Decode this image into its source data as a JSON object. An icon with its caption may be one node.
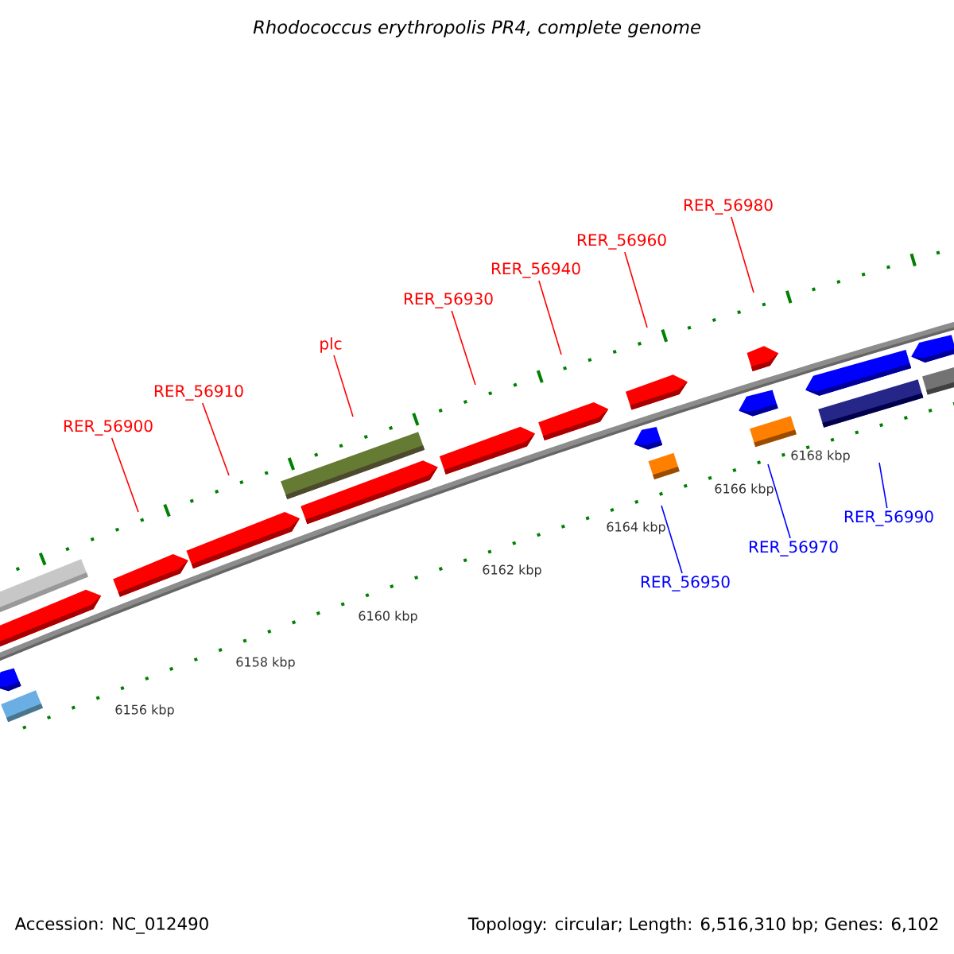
{
  "diagram": {
    "title": "*Rhodococcus erythropolis* *PR4, complete genome*",
    "nodes": [
      {
        "text": [
          "RER_56900"
        ]
      },
      {
        "text": [
          "RER_56910"
        ]
      },
      {
        "text": [
          "plc"
        ]
      },
      {
        "text": [
          "RER_56930"
        ]
      },
      {
        "text": [
          "RER_56940"
        ]
      },
      {
        "text": [
          "RER_56960"
        ]
      },
      {
        "text": [
          "RER_56980"
        ]
      },
      {
        "text": [
          "RER_56950"
        ]
      },
      {
        "text": [
          "RER_56970"
        ]
      },
      {
        "text": [
          "RER_56990"
        ]
      }
    ],
    "edges": [
      {
        "from": 0,
        "to": null,
        "arrow": "none",
        "color": "#ff0000"
      },
      {
        "from": 1,
        "to": null,
        "arrow": "none",
        "color": "#ff0000"
      },
      {
        "from": 2,
        "to": null,
        "arrow": "none",
        "color": "#ff0000"
      },
      {
        "from": 3,
        "to": null,
        "arrow": "none",
        "color": "#ff0000"
      },
      {
        "from": 4,
        "to": null,
        "arrow": "none",
        "color": "#ff0000"
      },
      {
        "from": 5,
        "to": null,
        "arrow": "none",
        "color": "#ff0000"
      },
      {
        "from": 6,
        "to": null,
        "arrow": "none",
        "color": "#ff0000"
      },
      {
        "from": 7,
        "to": null,
        "arrow": "none",
        "color": "#0000ff"
      },
      {
        "from": 8,
        "to": null,
        "arrow": "none",
        "color": "#0000ff"
      },
      {
        "from": 9,
        "to": null,
        "arrow": "none",
        "color": "#0000ff"
      }
    ],
    "labels": [
      "6156 kbp",
      "6158 kbp",
      "6160 kbp",
      "6162 kbp",
      "6164 kbp",
      "6166 kbp",
      "6168 kbp",
      "Accession: NC_012490",
      "Topology: circular; Length: 6,516,310 bp; Genes: 6,102"
    ]
  }
}
